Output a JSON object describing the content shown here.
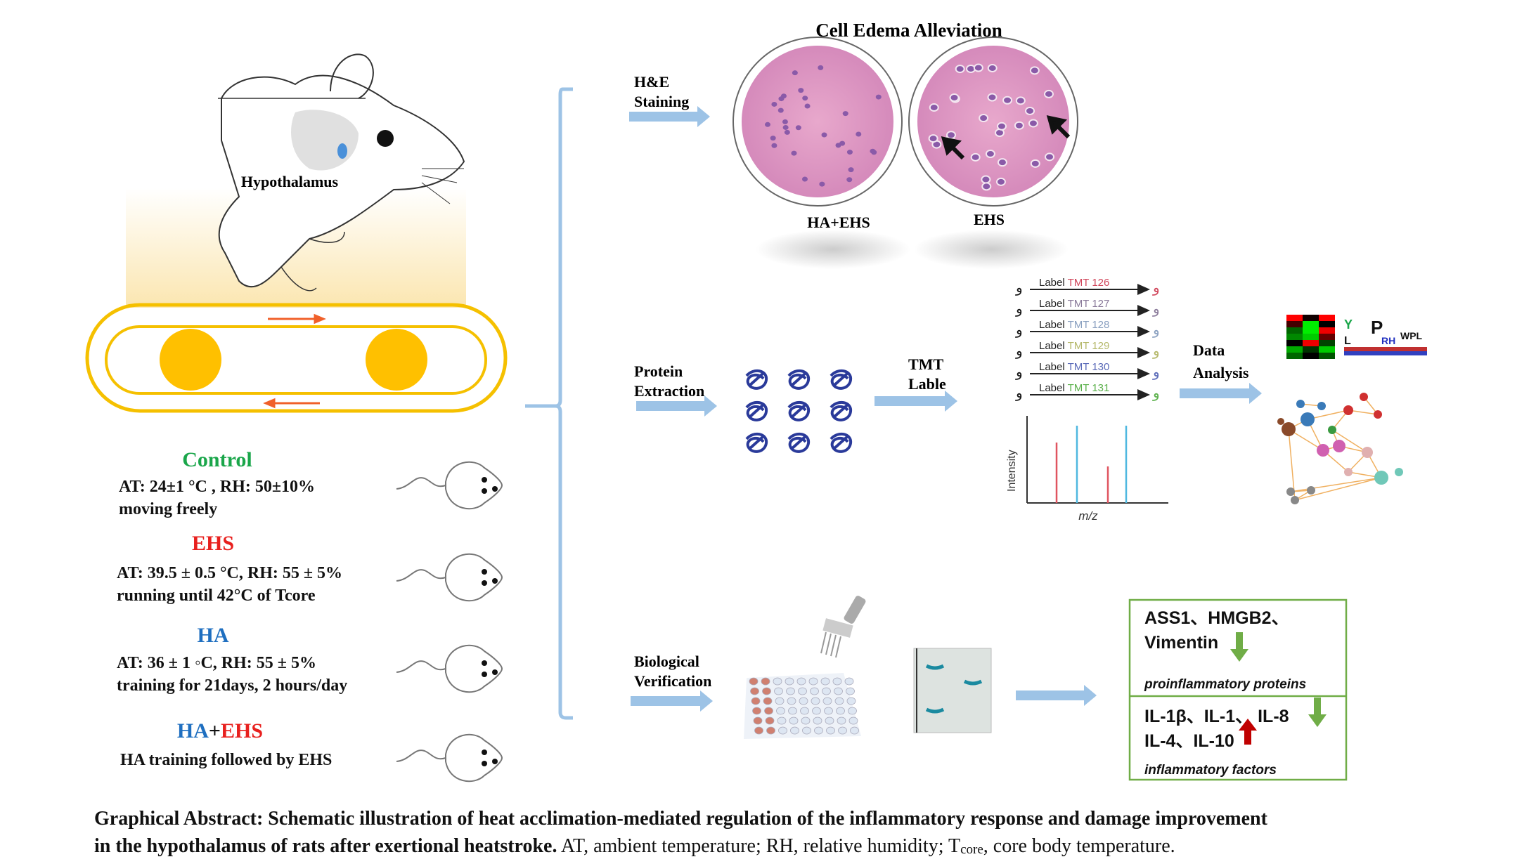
{
  "colors": {
    "arrow": "#9dc3e6",
    "bracket": "#9dc3e6",
    "treadmill": "#f5c000",
    "control": "#1aa64a",
    "ehs": "#e8201e",
    "ha": "#1f6fc0",
    "box_border": "#70ad47",
    "down_arrow": "#70ad47",
    "up_arrow": "#c00000",
    "peak_red": "#e05560",
    "peak_blue": "#4fb8e0"
  },
  "histology": {
    "title": "Cell Edema Alleviation",
    "step_label_1": "H&E",
    "step_label_2": "Staining",
    "left_label": "HA+EHS",
    "right_label": "EHS"
  },
  "model": {
    "hypothalamus_label": "Hypothalamus"
  },
  "groups": [
    {
      "name": "Control",
      "line1": "AT: 24±1 °C , RH: 50±10%",
      "line2": "moving freely"
    },
    {
      "name": "EHS",
      "line1": "AT: 39.5 ± 0.5 °C, RH: 55 ± 5%",
      "line2": "running until 42°C of Tcore"
    },
    {
      "name": "HA",
      "line1": "AT: 36 ± 1 ◦C, RH: 55 ± 5%",
      "line2": "training for 21days, 2 hours/day"
    },
    {
      "name_part1": "HA",
      "name_sep": "+",
      "name_part2": "EHS",
      "line1": "HA training followed by EHS"
    }
  ],
  "proteomics": {
    "extraction_1": "Protein",
    "extraction_2": "Extraction",
    "tmt_1": "TMT",
    "tmt_2": "Lable",
    "labels": [
      {
        "prefix": "Label",
        "tag": "TMT 126",
        "color": "#d0455a"
      },
      {
        "prefix": "Label",
        "tag": "TMT 127",
        "color": "#8a7a9a"
      },
      {
        "prefix": "Label",
        "tag": "TMT 128",
        "color": "#8aa0c0"
      },
      {
        "prefix": "Label",
        "tag": "TMT 129",
        "color": "#b5b86a"
      },
      {
        "prefix": "Label",
        "tag": "TMT 130",
        "color": "#5a6ab8"
      },
      {
        "prefix": "Label",
        "tag": "TMT 131",
        "color": "#5ab04a"
      }
    ],
    "ms_ylabel": "Intensity",
    "ms_xlabel": "m/z",
    "analysis_1": "Data",
    "analysis_2": "Analysis"
  },
  "verification": {
    "label_1": "Biological",
    "label_2": "Verification"
  },
  "results": {
    "line1": "ASS1、HMGB2、",
    "line2": "Vimentin",
    "group1": "proinflammatory proteins",
    "line3": "IL-1β、IL-1、 IL-8",
    "line4": "IL-4、IL-10",
    "group2": "inflammatory factors"
  },
  "caption": {
    "bold_1": "Graphical Abstract: Schematic illustration of heat acclimation-mediated regulation of the inflammatory response and damage improvement",
    "bold_2": "in the hypothalamus of rats after exertional heatstroke.",
    "normal": " AT, ambient temperature; RH, relative humidity; T",
    "sub": "core",
    "end": ", core body temperature."
  }
}
